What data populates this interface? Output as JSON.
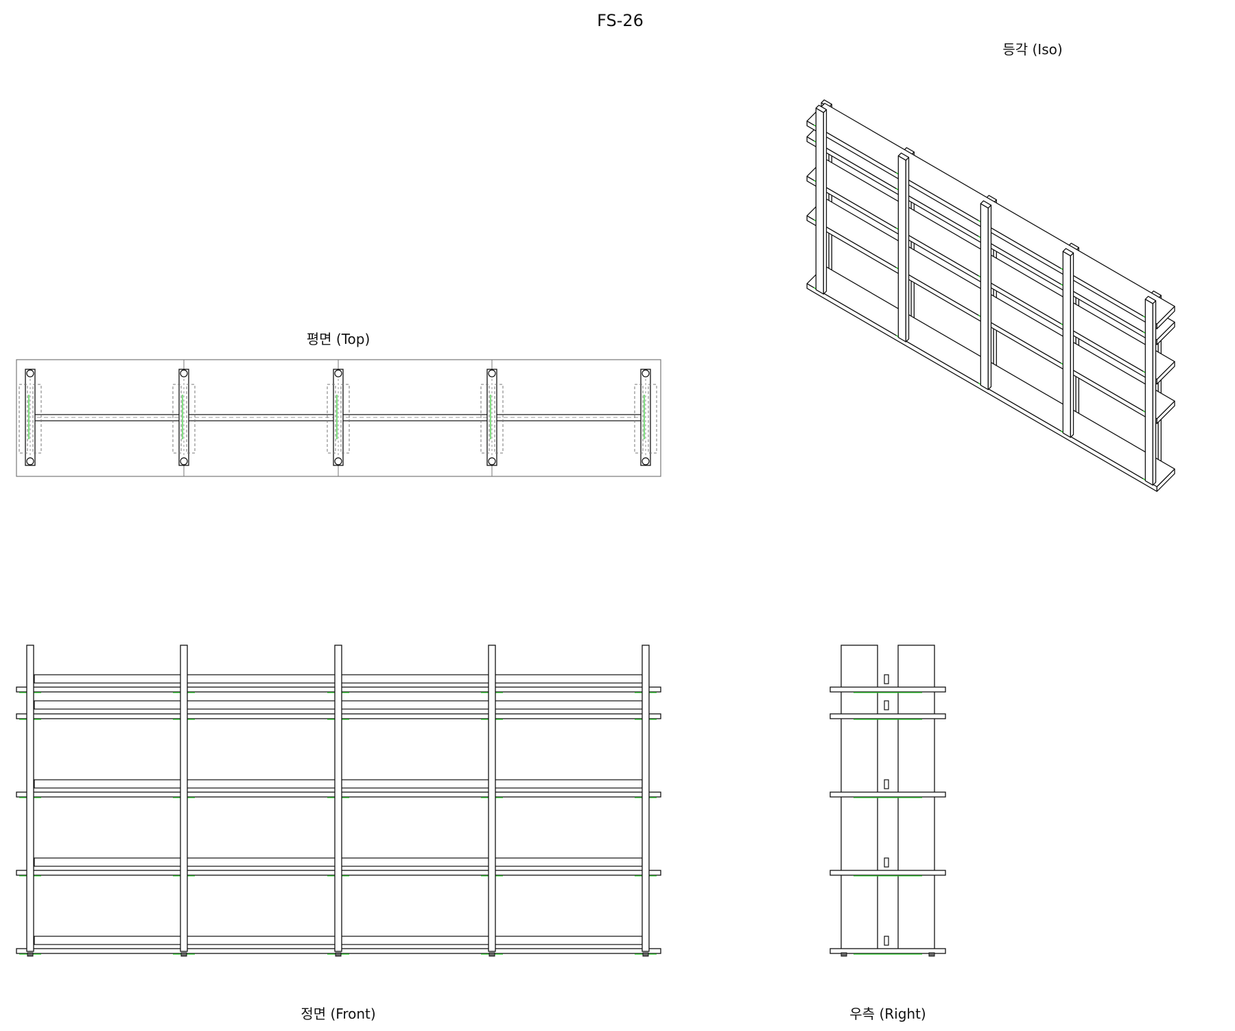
{
  "sheet": {
    "title": "FS-26",
    "views": {
      "iso": "등각 (Iso)",
      "top": "평면 (Top)",
      "front": "정면 (Front)",
      "right": "우측 (Right)"
    }
  },
  "colors": {
    "line": "#111111",
    "hidden": "#777777",
    "accent": "#2ecc2e",
    "background": "#ffffff"
  }
}
